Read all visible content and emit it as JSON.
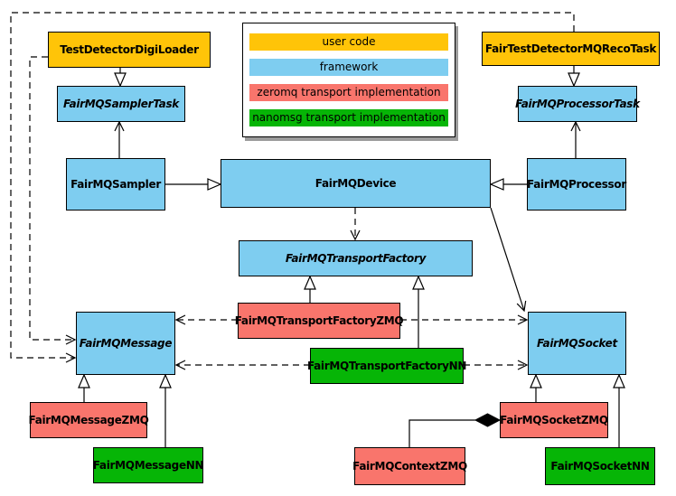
{
  "palette": {
    "user_code": "#ffc408",
    "framework": "#7ecdf0",
    "zeromq": "#f9756c",
    "nanomsg": "#06b506",
    "edge": "#000000",
    "legend_shadow": "#9c9c9c"
  },
  "legend": {
    "items": [
      {
        "label": "user code"
      },
      {
        "label": "framework"
      },
      {
        "label": "zeromq transport implementation"
      },
      {
        "label": "nanomsg transport implementation"
      }
    ]
  },
  "nodes": {
    "testDetectorDigiLoader": {
      "label": "TestDetectorDigiLoader"
    },
    "fairTestDetectorMQRecoTask": {
      "label": "FairTestDetectorMQRecoTask"
    },
    "fairMQSamplerTask": {
      "label": "FairMQSamplerTask"
    },
    "fairMQProcessorTask": {
      "label": "FairMQProcessorTask"
    },
    "fairMQSampler": {
      "label": "FairMQSampler"
    },
    "fairMQDevice": {
      "label": "FairMQDevice"
    },
    "fairMQProcessor": {
      "label": "FairMQProcessor"
    },
    "fairMQTransportFactory": {
      "label": "FairMQTransportFactory"
    },
    "fairMQTransportFactoryZMQ": {
      "label": "FairMQTransportFactoryZMQ"
    },
    "fairMQTransportFactoryNN": {
      "label": "FairMQTransportFactoryNN"
    },
    "fairMQMessage": {
      "label": "FairMQMessage"
    },
    "fairMQSocket": {
      "label": "FairMQSocket"
    },
    "fairMQMessageZMQ": {
      "label": "FairMQMessageZMQ"
    },
    "fairMQMessageNN": {
      "label": "FairMQMessageNN"
    },
    "fairMQContextZMQ": {
      "label": "FairMQContextZMQ"
    },
    "fairMQSocketZMQ": {
      "label": "FairMQSocketZMQ"
    },
    "fairMQSocketNN": {
      "label": "FairMQSocketNN"
    }
  }
}
